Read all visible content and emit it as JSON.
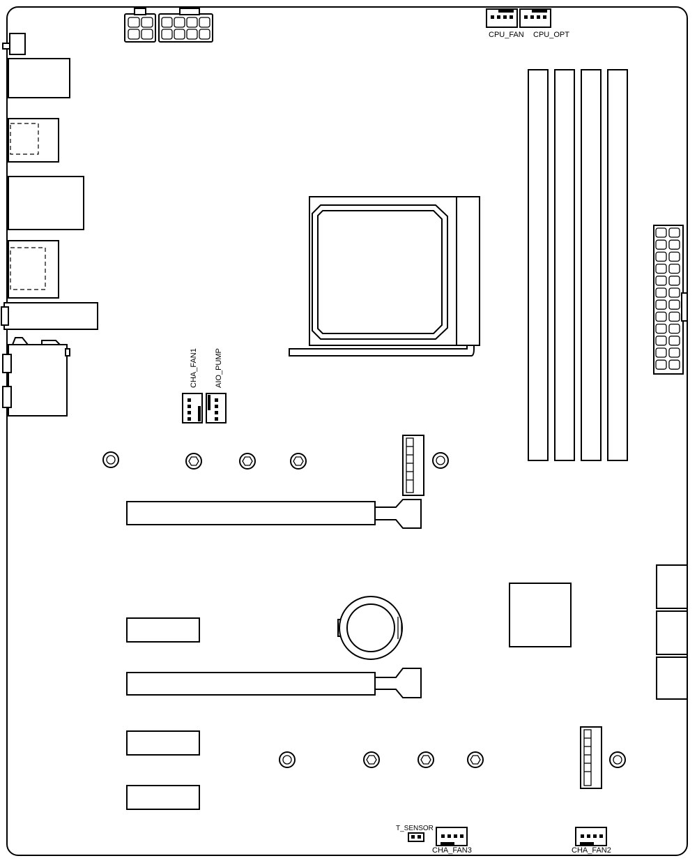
{
  "diagram": {
    "type": "motherboard-layout",
    "headers": {
      "cpu_fan": "CPU_FAN",
      "cpu_opt": "CPU_OPT",
      "cha_fan1": "CHA_FAN1",
      "aio_pump": "AIO_PUMP",
      "t_sensor": "T_SENSOR",
      "cha_fan3": "CHA_FAN3",
      "cha_fan2": "CHA_FAN2"
    }
  }
}
